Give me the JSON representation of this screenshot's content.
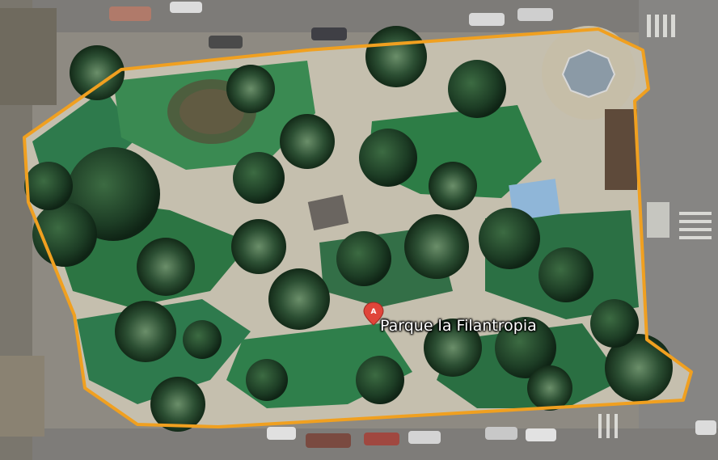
{
  "map": {
    "place_label": "Parque la Filantropia",
    "marker_letter": "A",
    "marker_icon": "map-pin-icon",
    "view": "satellite",
    "colors": {
      "boundary": "#f0a020",
      "marker": "#e0453a",
      "grass": "#2f7d4a",
      "path": "#c9c3b0",
      "road": "#8c8c89",
      "sidewalk": "#b5b2a6"
    }
  }
}
